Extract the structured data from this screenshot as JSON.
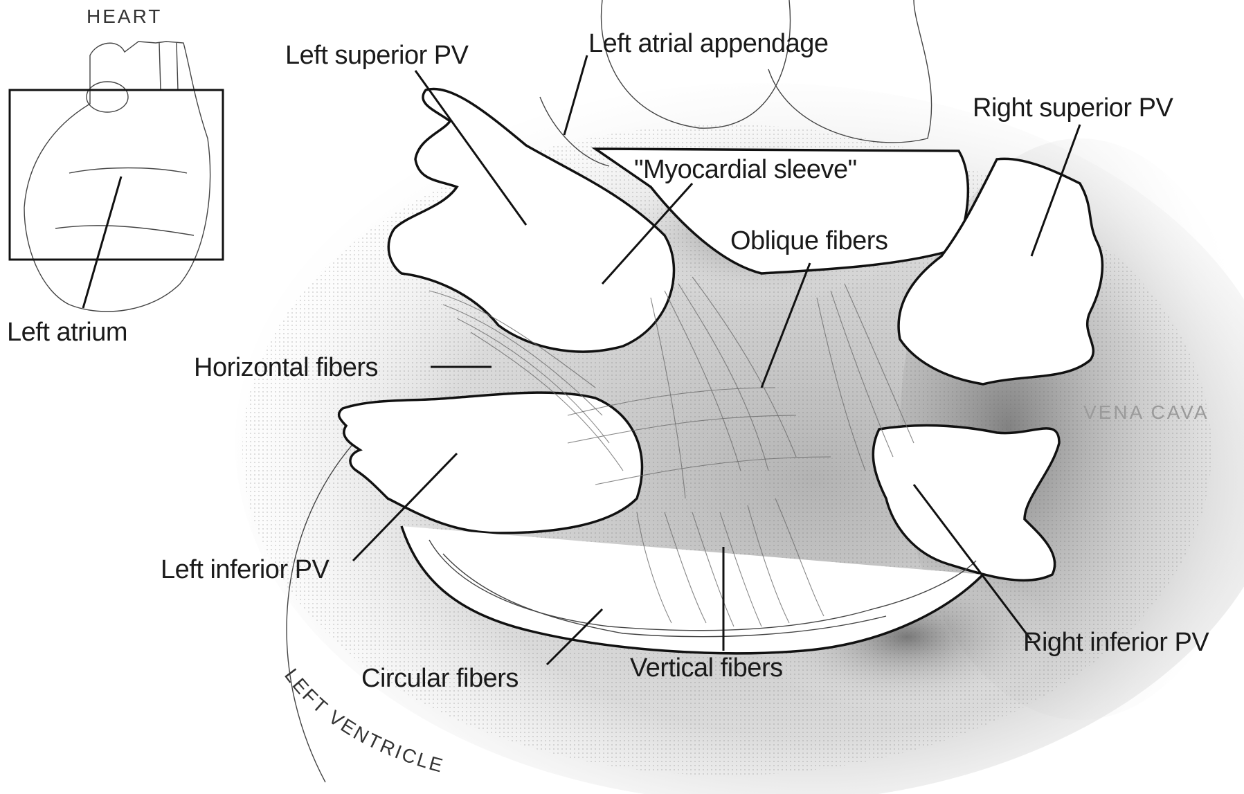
{
  "inset": {
    "heading": "HEART",
    "label": "Left atrium"
  },
  "labels": {
    "left_superior_pv": "Left superior PV",
    "left_atrial_appendage": "Left atrial appendage",
    "right_superior_pv": "Right superior PV",
    "myocardial_sleeve": "\"Myocardial sleeve\"",
    "oblique_fibers": "Oblique fibers",
    "horizontal_fibers": "Horizontal fibers",
    "left_inferior_pv": "Left inferior PV",
    "circular_fibers": "Circular fibers",
    "vertical_fibers": "Vertical fibers",
    "right_inferior_pv": "Right inferior PV",
    "left_ventricle": "LEFT VENTRICLE",
    "vena_cava": "VENA CAVA"
  },
  "colors": {
    "ink": "#111111",
    "shade": "#8a8a8a",
    "background": "#ffffff"
  }
}
